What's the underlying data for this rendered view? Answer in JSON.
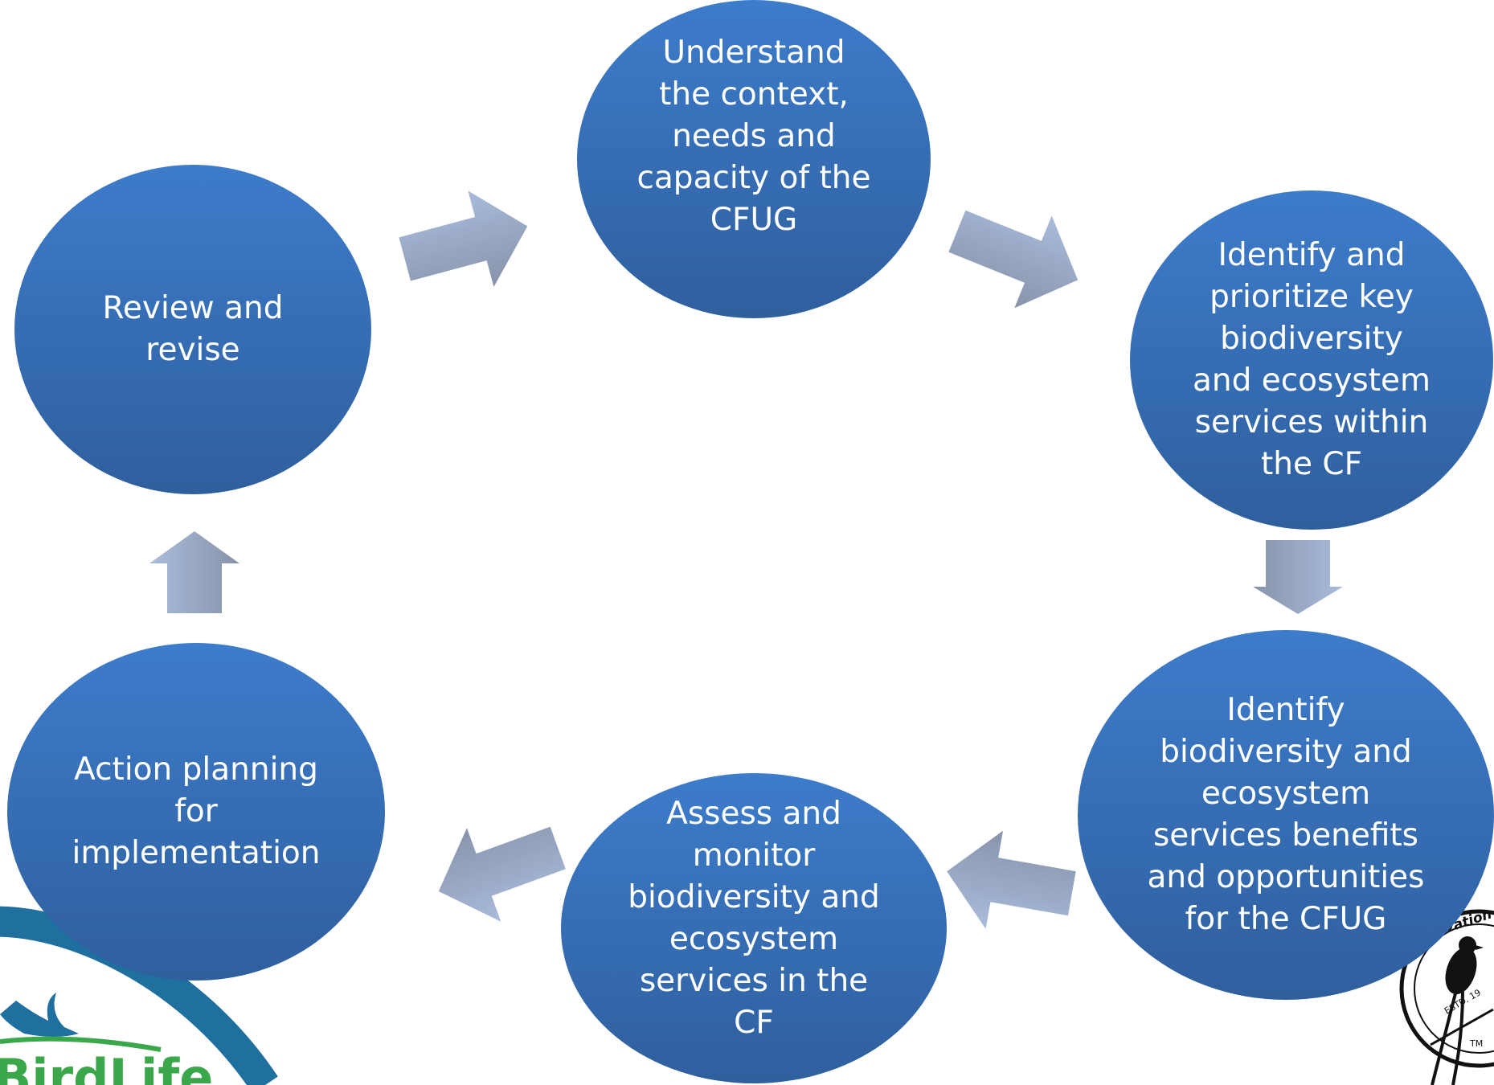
{
  "diagram": {
    "type": "cycle",
    "colors": {
      "node_top": "#3d7ccb",
      "node_bottom": "#2f5f9d",
      "arrow_light": "#a9bcdb",
      "arrow_dark": "#8893aa",
      "logo_arc": "#1f6f9f",
      "logo_green": "#3aa84a"
    },
    "nodes": [
      {
        "id": "understand-context",
        "lines": [
          "Understand",
          "the context,",
          "needs and",
          "capacity of the",
          "CFUG"
        ]
      },
      {
        "id": "identify-prioritize",
        "lines": [
          "Identify and",
          "prioritize key",
          "biodiversity",
          "and ecosystem",
          "services within",
          "the CF"
        ]
      },
      {
        "id": "identify-benefits",
        "lines": [
          "Identify",
          "biodiversity and",
          "ecosystem",
          "services benefits",
          "and opportunities",
          "for the CFUG"
        ]
      },
      {
        "id": "assess-monitor",
        "lines": [
          "Assess and",
          "monitor",
          "biodiversity and",
          "ecosystem",
          "services in the",
          "CF"
        ]
      },
      {
        "id": "action-planning",
        "lines": [
          "Action planning",
          "for",
          "implementation"
        ]
      },
      {
        "id": "review-revise",
        "lines": [
          "Review and",
          "revise"
        ]
      }
    ],
    "arrows": [
      {
        "from": "review-revise",
        "to": "understand-context",
        "icon": "arrow-icon"
      },
      {
        "from": "understand-context",
        "to": "identify-prioritize",
        "icon": "arrow-icon"
      },
      {
        "from": "identify-prioritize",
        "to": "identify-benefits",
        "icon": "arrow-icon"
      },
      {
        "from": "identify-benefits",
        "to": "assess-monitor",
        "icon": "arrow-icon"
      },
      {
        "from": "assess-monitor",
        "to": "action-planning",
        "icon": "arrow-icon"
      },
      {
        "from": "action-planning",
        "to": "review-revise",
        "icon": "arrow-icon"
      }
    ]
  },
  "logos": {
    "birdlife": {
      "text": "BirdLife",
      "icon": "bird-logo-icon"
    },
    "bird_conservation_nepal": {
      "text_fragment": "rvation",
      "estd_text": "ESTD. 19",
      "tm": "TM",
      "icon": "drongo-seal-icon"
    }
  }
}
